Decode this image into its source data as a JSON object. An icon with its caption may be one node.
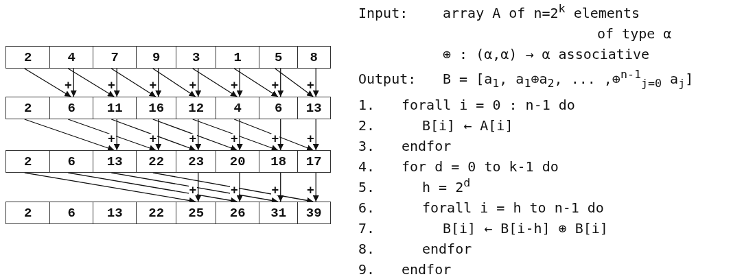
{
  "diagram": {
    "nodes": [
      {
        "text": [
          "2"
        ]
      },
      {
        "text": [
          "4"
        ]
      },
      {
        "text": [
          "7"
        ]
      },
      {
        "text": [
          "9"
        ]
      },
      {
        "text": [
          "3"
        ]
      },
      {
        "text": [
          "1"
        ]
      },
      {
        "text": [
          "5"
        ]
      },
      {
        "text": [
          "8"
        ]
      },
      {
        "text": [
          "2"
        ]
      },
      {
        "text": [
          "6"
        ]
      },
      {
        "text": [
          "11"
        ]
      },
      {
        "text": [
          "16"
        ]
      },
      {
        "text": [
          "12"
        ]
      },
      {
        "text": [
          "4"
        ]
      },
      {
        "text": [
          "6"
        ]
      },
      {
        "text": [
          "13"
        ]
      },
      {
        "text": [
          "2"
        ]
      },
      {
        "text": [
          "6"
        ]
      },
      {
        "text": [
          "13"
        ]
      },
      {
        "text": [
          "22"
        ]
      },
      {
        "text": [
          "23"
        ]
      },
      {
        "text": [
          "20"
        ]
      },
      {
        "text": [
          "18"
        ]
      },
      {
        "text": [
          "17"
        ]
      },
      {
        "text": [
          "2"
        ]
      },
      {
        "text": [
          "6"
        ]
      },
      {
        "text": [
          "13"
        ]
      },
      {
        "text": [
          "22"
        ]
      },
      {
        "text": [
          "25"
        ]
      },
      {
        "text": [
          "26"
        ]
      },
      {
        "text": [
          "31"
        ]
      },
      {
        "text": [
          "39"
        ]
      }
    ],
    "edges": [
      {
        "from": 0,
        "to": 9,
        "arrow": "to"
      },
      {
        "from": 1,
        "to": 9,
        "arrow": "to",
        "label": "+"
      },
      {
        "from": 1,
        "to": 10,
        "arrow": "to"
      },
      {
        "from": 2,
        "to": 10,
        "arrow": "to",
        "label": "+"
      },
      {
        "from": 2,
        "to": 11,
        "arrow": "to"
      },
      {
        "from": 3,
        "to": 11,
        "arrow": "to",
        "label": "+"
      },
      {
        "from": 3,
        "to": 12,
        "arrow": "to"
      },
      {
        "from": 4,
        "to": 12,
        "arrow": "to",
        "label": "+"
      },
      {
        "from": 4,
        "to": 13,
        "arrow": "to"
      },
      {
        "from": 5,
        "to": 13,
        "arrow": "to",
        "label": "+"
      },
      {
        "from": 5,
        "to": 14,
        "arrow": "to"
      },
      {
        "from": 6,
        "to": 14,
        "arrow": "to",
        "label": "+"
      },
      {
        "from": 6,
        "to": 15,
        "arrow": "to"
      },
      {
        "from": 7,
        "to": 15,
        "arrow": "to",
        "label": "+"
      },
      {
        "from": 8,
        "to": 18,
        "arrow": "to"
      },
      {
        "from": 10,
        "to": 18,
        "arrow": "to",
        "label": "+"
      },
      {
        "from": 9,
        "to": 19,
        "arrow": "to"
      },
      {
        "from": 11,
        "to": 19,
        "arrow": "to",
        "label": "+"
      },
      {
        "from": 10,
        "to": 20,
        "arrow": "to"
      },
      {
        "from": 12,
        "to": 20,
        "arrow": "to",
        "label": "+"
      },
      {
        "from": 11,
        "to": 21,
        "arrow": "to"
      },
      {
        "from": 13,
        "to": 21,
        "arrow": "to",
        "label": "+"
      },
      {
        "from": 12,
        "to": 22,
        "arrow": "to"
      },
      {
        "from": 14,
        "to": 22,
        "arrow": "to",
        "label": "+"
      },
      {
        "from": 13,
        "to": 23,
        "arrow": "to"
      },
      {
        "from": 15,
        "to": 23,
        "arrow": "to",
        "label": "+"
      },
      {
        "from": 16,
        "to": 28,
        "arrow": "to"
      },
      {
        "from": 20,
        "to": 28,
        "arrow": "to",
        "label": "+"
      },
      {
        "from": 17,
        "to": 29,
        "arrow": "to"
      },
      {
        "from": 21,
        "to": 29,
        "arrow": "to",
        "label": "+"
      },
      {
        "from": 18,
        "to": 30,
        "arrow": "to"
      },
      {
        "from": 22,
        "to": 30,
        "arrow": "to",
        "label": "+"
      },
      {
        "from": 19,
        "to": 31,
        "arrow": "to"
      },
      {
        "from": 23,
        "to": 31,
        "arrow": "to",
        "label": "+"
      }
    ],
    "labels": [
      "Input:",
      "array A of n=2$^{k}$ elements",
      "of type α",
      "⊕ : (α,α) → α associative",
      "Output:",
      "B = [a$_{1}$, a$_{1}$⊕a$_{2}$, ... ,⊕$^{n-1}$$_{j=0}$ a$_{j}$]",
      "1.",
      "forall i = 0 : n-1 do",
      "2.",
      "B[i] ← A[i]",
      "3.",
      "endfor",
      "4.",
      "for d = 0 to k-1 do",
      "5.",
      "h = 2$^{d}$",
      "6.",
      "forall i = h to n-1 do",
      "7.",
      "B[i] ← B[i-h] ⊕ B[i]",
      "8.",
      "endfor",
      "9.",
      "endfor"
    ]
  }
}
